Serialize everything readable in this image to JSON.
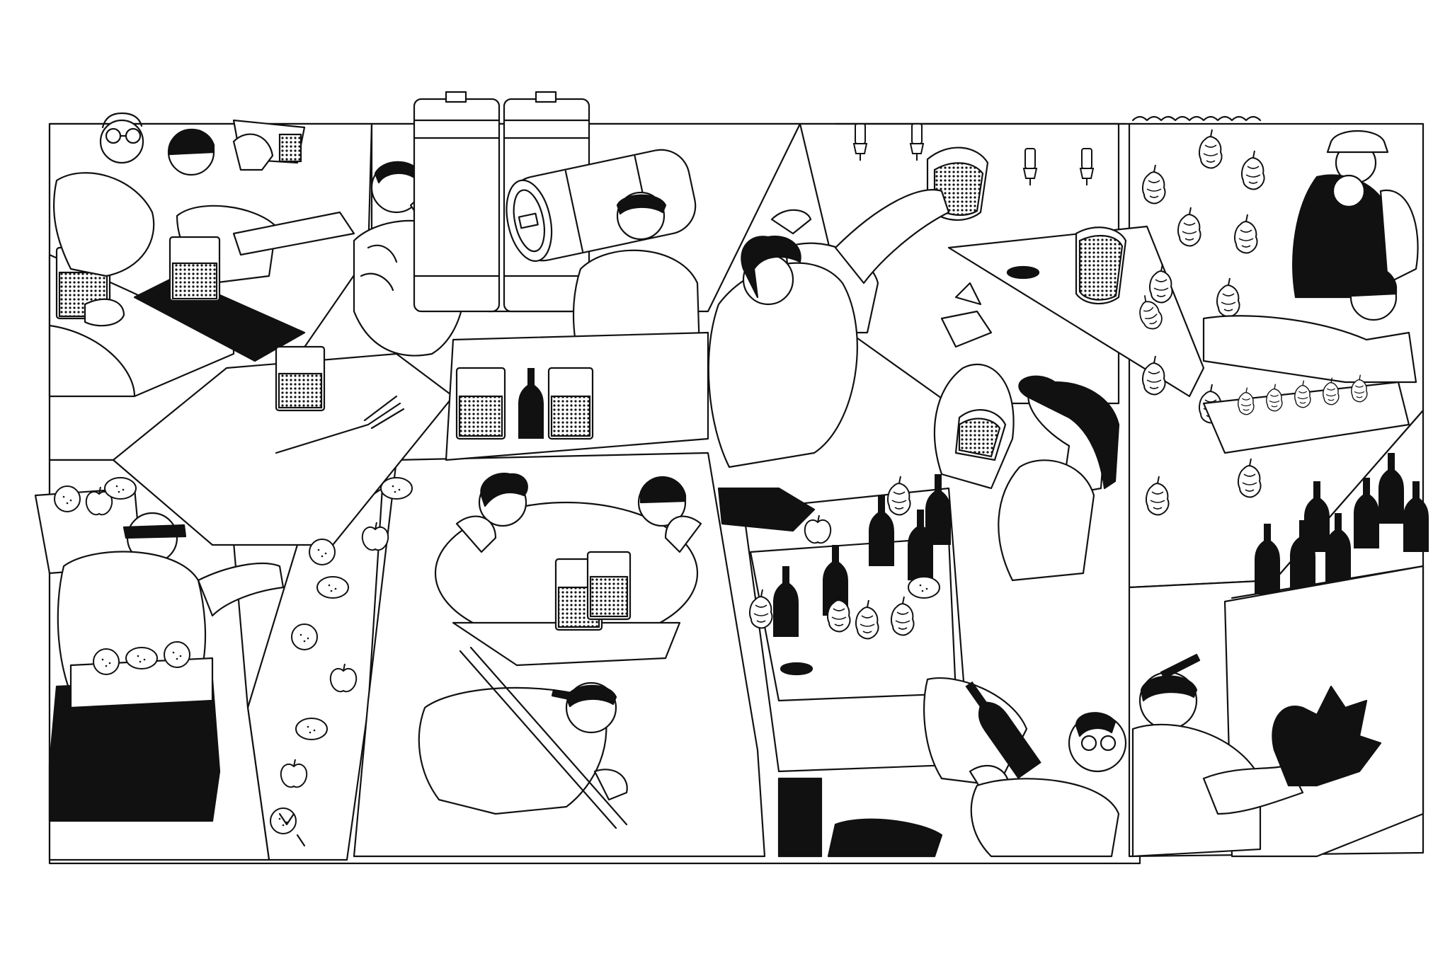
{
  "illustration": {
    "palette": {
      "ink": "#111111",
      "paper": "#ffffff"
    },
    "panels": [
      {
        "name": "bar-counter-panel",
        "icons": [
          "pint-glass-icon",
          "sausage-icon",
          "fork-icon"
        ]
      },
      {
        "name": "keg-panel",
        "icons": [
          "keg-icon",
          "wine-bottle-icon",
          "pint-glass-icon"
        ]
      },
      {
        "name": "tap-wall-panel",
        "icons": [
          "beer-tap-icon",
          "pint-glass-icon",
          "thumbs-up-icon"
        ]
      },
      {
        "name": "hops-pattern-panel",
        "icons": [
          "hop-cone-icon",
          "hop-tray-icon"
        ]
      },
      {
        "name": "fruit-pattern-panel",
        "icons": [
          "lemon-icon",
          "apple-icon",
          "orange-icon"
        ]
      },
      {
        "name": "round-table-panel",
        "icons": [
          "pint-glass-icon",
          "table-icon"
        ]
      },
      {
        "name": "bottle-crate-panel",
        "icons": [
          "wine-bottle-icon",
          "hop-cone-icon",
          "crate-icon"
        ]
      },
      {
        "name": "bottle-shelf-panel",
        "icons": [
          "wine-bottle-icon",
          "waving-hand-icon"
        ]
      }
    ]
  }
}
